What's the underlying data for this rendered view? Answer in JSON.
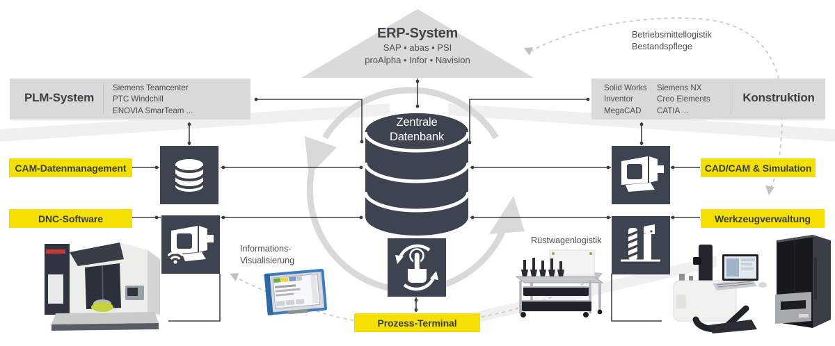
{
  "colors": {
    "accent_yellow": "#F4E103",
    "slate_dark": "#3D434F",
    "bar_gray": "#D9D9D9",
    "line_dark": "#3A4049",
    "circle_gray": "#D9D9D9",
    "dash_gray": "#C8C8C8",
    "band_light": "#F0F0F0"
  },
  "erp": {
    "title": "ERP-System",
    "vendors_line1": "SAP • abas • PSI",
    "vendors_line2": "proAlpha • Infor • Navision"
  },
  "logistics_note": {
    "line1": "Betriebsmittellogistik",
    "line2": "Bestandspflege"
  },
  "plm": {
    "title": "PLM-System",
    "items": [
      "Siemens Teamcenter",
      "PTC Windchill",
      "ENOVIA SmarTeam ..."
    ]
  },
  "konstruktion": {
    "title": "Konstruktion",
    "cad_col1": [
      "Solid Works",
      "Inventor",
      "MegaCAD"
    ],
    "cad_col2": [
      "Siemens NX",
      "Creo Elements",
      "CATIA ..."
    ]
  },
  "database": {
    "line1": "Zentrale",
    "line2": "Datenbank"
  },
  "modules": {
    "cam": "CAM-Datenmanagement",
    "dnc": "DNC-Software",
    "cadcam": "CAD/CAM & Simulation",
    "tools": "Werkzeugverwaltung",
    "process": "Prozess-Terminal"
  },
  "annotations": {
    "info_line1": "Informations-",
    "info_line2": "Visualisierung",
    "ruestwagen": "Rüstwagenlogistik"
  }
}
